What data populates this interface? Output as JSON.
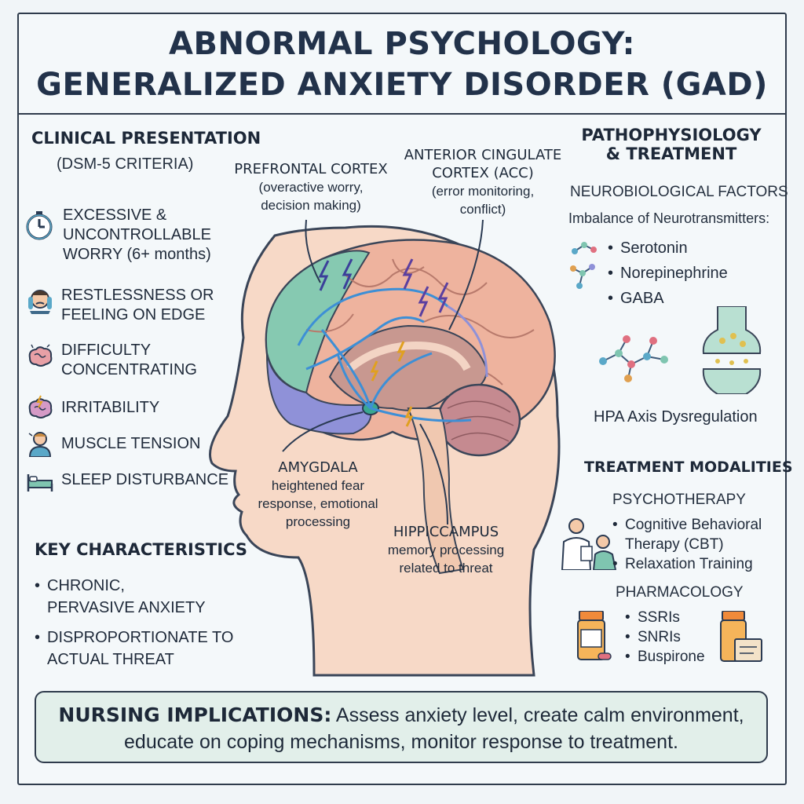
{
  "title": {
    "line1": "ABNORMAL PSYCHOLOGY:",
    "line2": "GENERALIZED ANXIETY DISORDER (GAD)"
  },
  "clinical": {
    "heading": "CLINICAL PRESENTATION",
    "subheading": "(DSM-5 CRITERIA)",
    "symptoms": [
      {
        "icon": "stopwatch-icon",
        "line1": "EXCESSIVE &",
        "line2": "UNCONTROLLABLE",
        "line3": "WORRY (6+ months)"
      },
      {
        "icon": "worried-face-icon",
        "line1": "RESTLESSNESS OR",
        "line2": "FEELING ON EDGE"
      },
      {
        "icon": "brain-icon",
        "line1": "DIFFICULTY",
        "line2": "CONCENTRATING"
      },
      {
        "icon": "irritable-brain-icon",
        "line1": "IRRITABILITY"
      },
      {
        "icon": "tense-person-icon",
        "line1": "MUSCLE TENSION"
      },
      {
        "icon": "bed-icon",
        "line1": "SLEEP DISTURBANCE"
      }
    ]
  },
  "key": {
    "heading": "KEY CHARACTERISTICS",
    "items": [
      {
        "line1": "CHRONIC,",
        "line2": "PERVASIVE ANXIETY"
      },
      {
        "line1": "DISPROPORTIONATE TO",
        "line2": "ACTUAL THREAT"
      }
    ]
  },
  "brain": {
    "pfc": {
      "name": "PREFRONTAL CORTEX",
      "line1": "(overactive worry,",
      "line2": "decision making)"
    },
    "acc": {
      "name1": "ANTERIOR CINGULATE",
      "name2": "CORTEX (ACC)",
      "line1": "(error monitoring,",
      "line2": "conflict)"
    },
    "amygdala": {
      "name": "AMYGDALA",
      "line1": "heightened fear",
      "line2": "response, emotional",
      "line3": "processing"
    },
    "hippocampus": {
      "name": "HIPPICCAMPUS",
      "line1": "memory  processing",
      "line2": "related to threat"
    }
  },
  "patho": {
    "heading1": "PATHOPHYSIOLOGY",
    "heading2": "& TREATMENT",
    "neuro_heading": "NEUROBIOLOGICAL FACTORS",
    "imbalance": "Imbalance of Neurotransmitters:",
    "transmitters": [
      "Serotonin",
      "Norepinephrine",
      "GABA"
    ],
    "hpa": "HPA Axis Dysregulation"
  },
  "treatment": {
    "heading": "TREATMENT MODALITIES",
    "psycho_heading": "PSYCHOTHERAPY",
    "psycho_items": [
      "Cognitive Behavioral",
      "Therapy (CBT)",
      "Relaxation Training"
    ],
    "pharma_heading": "PHARMACOLOGY",
    "pharma_items": [
      "SSRIs",
      "SNRIs",
      "Buspirone"
    ]
  },
  "nursing": {
    "label": "NURSING IMPLICATIONS:",
    "text1": "Assess anxiety level, create calm environment,",
    "text2": "educate on coping mechanisms, monitor response to treatment."
  },
  "colors": {
    "frame": "#2f3b4c",
    "title": "#22324a",
    "prefrontal": "#7fc5b0",
    "frontal_purple": "#8d8fd6",
    "cortex": "#e9b19a",
    "limbic": "#b98a86",
    "nerve": "#3d8fd6",
    "nursing_bg": "#e2efea"
  }
}
